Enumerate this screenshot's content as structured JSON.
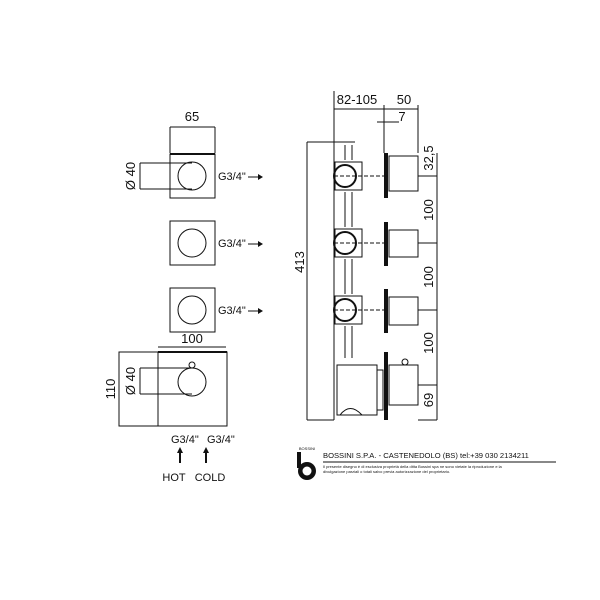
{
  "front_view": {
    "width_dim": "65",
    "diameter_top": "Ø 40",
    "outlet_labels": [
      "G3/4\"",
      "G3/4\"",
      "G3/4\""
    ],
    "bottom_width_dim": "100",
    "bottom_height_dim": "110",
    "diameter_bottom": "Ø 40",
    "inlet_hot_thread": "G3/4\"",
    "inlet_cold_thread": "G3/4\"",
    "hot_label": "HOT",
    "cold_label": "COLD"
  },
  "side_view": {
    "depth_dim": "82-105",
    "handle_dim": "50",
    "plate_dim": "7",
    "total_height_dim": "413",
    "vertical_dims": [
      "32,5",
      "100",
      "100",
      "100",
      "69"
    ]
  },
  "footer": {
    "logo_text": "BOSSINI",
    "company_line": "BOSSINI S.P.A. - CASTENEDOLO (BS) tel:+39 030 2134211",
    "disclaimer_line1": "Il presente disegno è di esclusiva proprietà della ditta Bossini spa ne sono vietate la riproduzione e la",
    "disclaimer_line2": "divulgazione parziali o totali salvo previa autorizzazione del proprietario."
  }
}
